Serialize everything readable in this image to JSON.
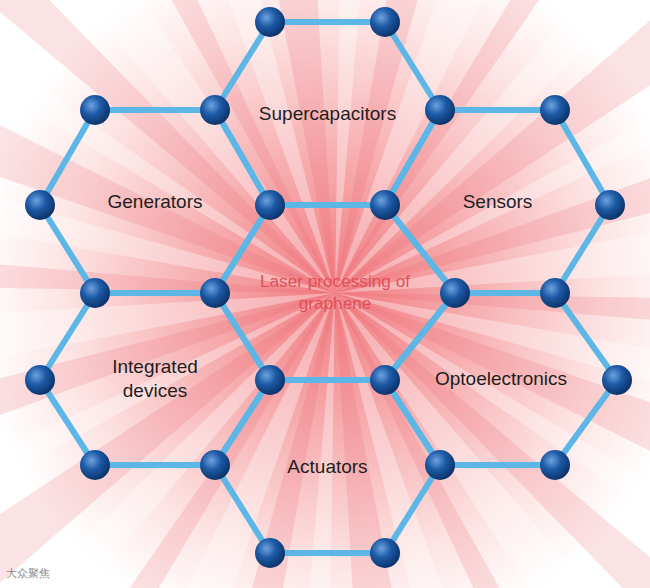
{
  "diagram": {
    "nodes": [
      {
        "text": [
          "Supercapacitors"
        ]
      },
      {
        "text": [
          "Generators"
        ]
      },
      {
        "text": [
          "Sensors"
        ]
      },
      {
        "text": [
          "Laser processing of graphene"
        ]
      },
      {
        "text": [
          "Integrated devices"
        ]
      },
      {
        "text": [
          "Optoelectronics"
        ]
      },
      {
        "text": [
          "Actuators"
        ]
      }
    ],
    "labels": [
      "大众聚焦"
    ]
  }
}
